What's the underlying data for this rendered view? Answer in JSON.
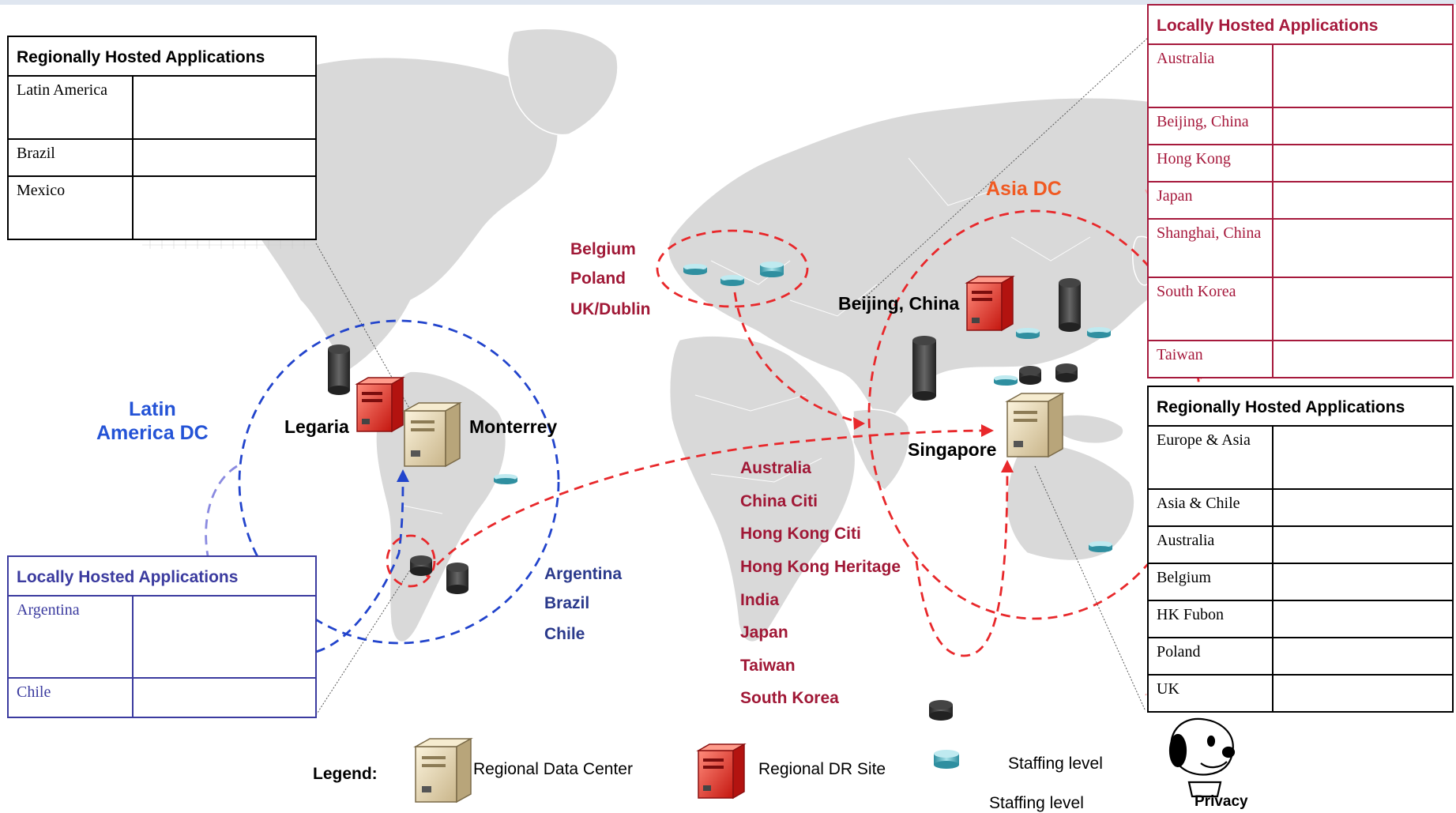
{
  "tables": {
    "regional_americas": {
      "title": "Regionally Hosted Applications",
      "rows": [
        "Latin America",
        "Brazil",
        "Mexico"
      ]
    },
    "local_asia": {
      "title": "Locally Hosted Applications",
      "rows": [
        "Australia",
        "Beijing, China",
        "Hong Kong",
        "Japan",
        "Shanghai, China",
        "South Korea",
        "Taiwan"
      ]
    },
    "regional_asia": {
      "title": "Regionally Hosted Applications",
      "rows": [
        "Europe & Asia",
        "Asia & Chile",
        "Australia",
        "Belgium",
        "HK Fubon",
        "Poland",
        "UK"
      ]
    },
    "local_latam": {
      "title": "Locally Hosted Applications",
      "rows": [
        "Argentina",
        "Chile"
      ]
    }
  },
  "sites": {
    "legaria": "Legaria",
    "monterrey": "Monterrey",
    "beijing": "Beijing, China",
    "singapore": "Singapore"
  },
  "regions": {
    "latam_dc": "Latin\nAmerica DC",
    "asia_dc": "Asia DC"
  },
  "europe_countries": [
    "Belgium",
    "Poland",
    "UK/Dublin"
  ],
  "latam_countries": [
    "Argentina",
    "Brazil",
    "Chile"
  ],
  "asia_countries": [
    "Australia",
    "China Citi",
    "Hong Kong Citi",
    "Hong Kong Heritage",
    "India",
    "Japan",
    "Taiwan",
    "South Korea"
  ],
  "legend": {
    "title": "Legend:",
    "regional_dc": "Regional Data Center",
    "dr_site": "Regional DR Site",
    "staffing_blue": "Staffing level",
    "staffing_black": "Staffing level",
    "privacy": "Privacy"
  },
  "colors": {
    "red_text": "#a01836",
    "navy_text": "#2b3a8c",
    "blue_dash": "#2244cc",
    "red_dash": "#e8282b",
    "orange": "#f05a22",
    "land": "#d9d9d9"
  }
}
